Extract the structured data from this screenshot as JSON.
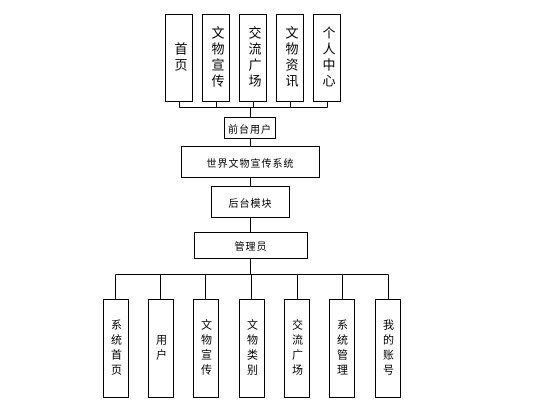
{
  "front_modules": [
    "首页",
    "文物宣传",
    "交流广场",
    "文物资讯",
    "个人中心"
  ],
  "frontend": "前台用户",
  "system": "世界文物宣传系统",
  "backend": "后台模块",
  "admin": "管理员",
  "back_modules": [
    "系统首页",
    "用户",
    "文物宣传",
    "文物类别",
    "交流广场",
    "系统管理",
    "我的账号"
  ]
}
